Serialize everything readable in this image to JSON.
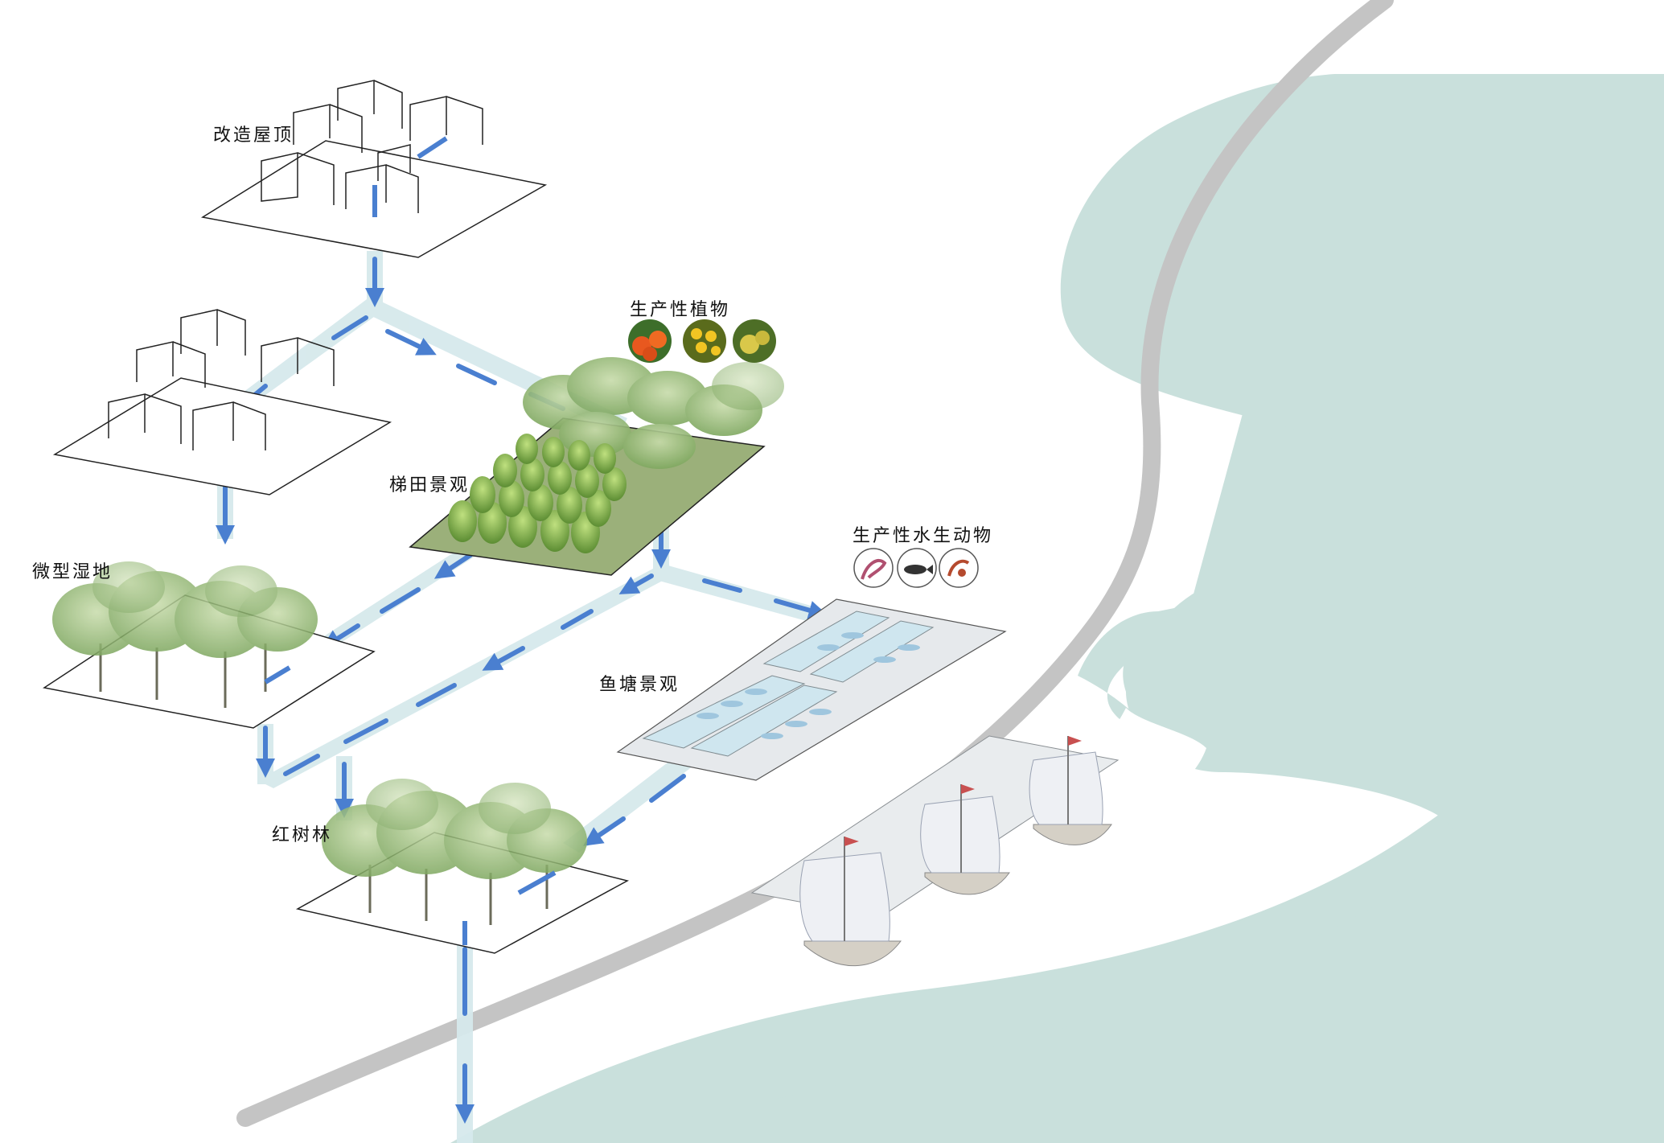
{
  "labels": {
    "roof": "改造屋顶",
    "productive_plants": "生产性植物",
    "terraced_fields": "梯田景观",
    "micro_wetland": "微型湿地",
    "productive_aquatic": "生产性水生动物",
    "fish_pond": "鱼塘景观",
    "mangrove": "红树林"
  },
  "icons": {
    "plants": [
      "orange-fruit-icon",
      "sunflower-field-icon",
      "pomelo-fruit-icon"
    ],
    "aquatic": [
      "shrimp-icon",
      "fish-icon",
      "crab-icon"
    ]
  },
  "colors": {
    "water_body": "#c9e0dc",
    "sea_wall": "#c4c4c4",
    "channel": "#d6e9ec",
    "flow_arrow": "#4a7fd0",
    "platform_edge": "#222222",
    "tree_foliage": "#9bbf7a",
    "shrub": "#8ab65a",
    "pond": "#e6e9ec",
    "pond_water": "#cfe6ef"
  }
}
